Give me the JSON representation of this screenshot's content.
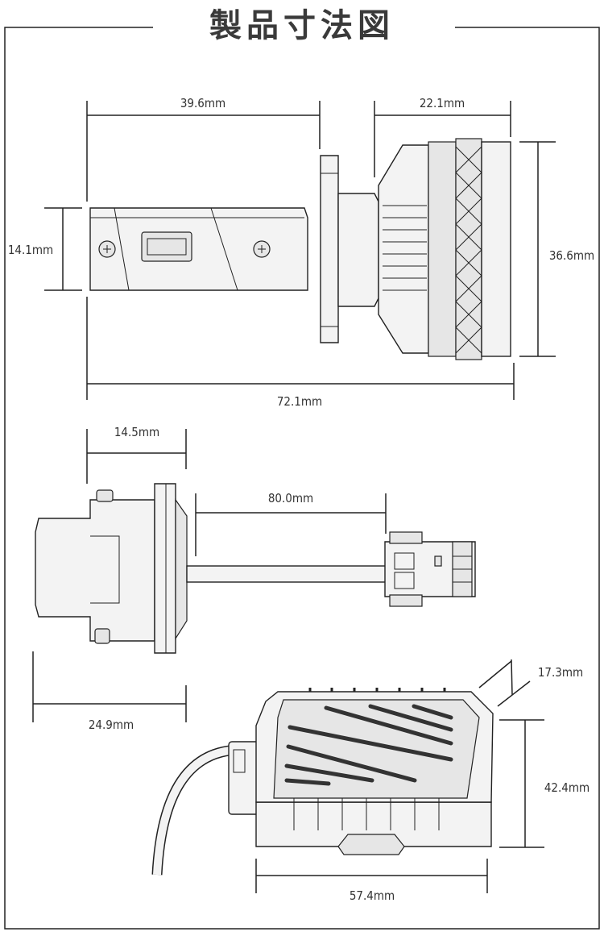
{
  "title": "製品寸法図",
  "dimensions": {
    "top_left_length": "39.6mm",
    "top_right_length": "22.1mm",
    "left_height": "14.1mm",
    "right_height": "36.6mm",
    "total_length": "72.1mm",
    "base_length": "14.5mm",
    "cable_length": "80.0mm",
    "base_depth": "24.9mm",
    "driver_thickness": "17.3mm",
    "driver_height": "42.4mm",
    "driver_width": "57.4mm"
  }
}
